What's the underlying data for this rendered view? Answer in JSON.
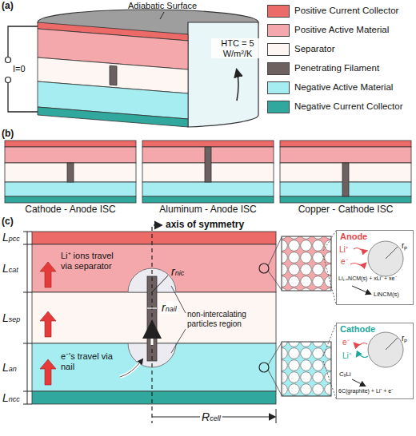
{
  "diagram": {
    "nodes": [
      {
        "text": [
          "Cathode - Anode ISC"
        ]
      },
      {
        "text": [
          "Aluminum - Anode ISC"
        ]
      },
      {
        "text": [
          "Copper - Cathode ISC"
        ]
      },
      {
        "text": [
          "Anode",
          "Li⁺",
          "e⁻",
          "rₚ",
          "Li₁₋ₓNCM(s) + xLi⁺ + xe⁻",
          "LiNCM(s)"
        ]
      },
      {
        "text": [
          "Cathode",
          "e⁻",
          "Li⁺",
          "rₚ",
          "CₓLi",
          "6C(graphite) + Li⁺ + e⁻"
        ]
      }
    ],
    "labels": [
      "(a)",
      "Adiabatic Surface",
      "HTC = 5 W/m²/K",
      "I=0",
      "(b)",
      "(c)",
      "axis of symmetry",
      "Lpcc",
      "Lcat",
      "Lsep",
      "Lan",
      "Lncc",
      "Li⁺ ions travel via separator",
      "e⁻'s travel via nail",
      "rnic",
      "rnail",
      "non-intercalating particles region",
      "Rcell"
    ],
    "legend": [
      {
        "text": "Positive Current Collector",
        "color": "#ec6a67"
      },
      {
        "text": "Positive Active Material",
        "color": "#f5a8ab"
      },
      {
        "text": "Separator",
        "color": "#fdf6f2"
      },
      {
        "text": "Penetrating Filament",
        "color": "#6d6060"
      },
      {
        "text": "Negative Active Material",
        "color": "#a6edf2"
      },
      {
        "text": "Negative Current Collector",
        "color": "#31a89d"
      }
    ]
  }
}
